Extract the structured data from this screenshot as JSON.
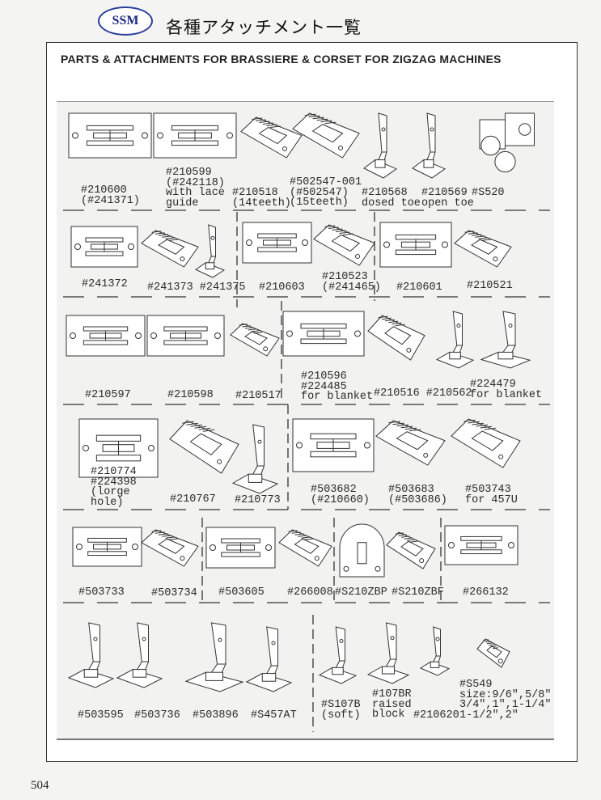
{
  "header": {
    "logo_text": "SSM",
    "japanese_title": "各種アタッチメント一覧",
    "title": "PARTS & ATTACHMENTS FOR BRASSIERE & CORSET FOR ZIGZAG MACHINES"
  },
  "rows": [
    {
      "items": [
        "#210600\n(#241371)",
        "#210599\n(#242118)\nwith lace\nguide",
        "#210518\n(14teeth)",
        "#502547-001\n(#502547)\n(15teeth)",
        "#210568\ndosed toe",
        "#210569\nopen toe",
        "#S520"
      ]
    },
    {
      "items": [
        "#241372",
        "#241373 #241375",
        "#210603",
        "#210523\n(#241465)",
        "#210601",
        "#210521"
      ]
    },
    {
      "items": [
        "#210597",
        "#210598",
        "#210517",
        "#210596\n#224485\nfor blanket",
        "#210516 #210562",
        "#224479\nfor blanket"
      ]
    },
    {
      "items": [
        "#210774\n#224398\n(lorge\nhole)",
        "#210767",
        "#210773",
        "#503682\n(#210660)",
        "#503683\n(#503686)",
        "#503743\nfor 457U"
      ]
    },
    {
      "items": [
        "#503733",
        "#503734",
        "#503605",
        "#266008",
        "#S210ZBP",
        "#S210ZBF",
        "#266132"
      ]
    },
    {
      "items": [
        "#503595",
        "#503736",
        "#503896",
        "#S457AT",
        "#S107B\n(soft)",
        "#107BR\nraised\nblock",
        "#210620",
        "#S549\nsize:9/6\",5/8\"\n3/4\",1\",1-1/4\"\n1-1/2\",2\""
      ]
    }
  ],
  "footer": {
    "page_number": "504"
  },
  "colors": {
    "logo": "#2a3f9a",
    "ink": "#2a2a2a",
    "paper": "#f2f2f0"
  }
}
